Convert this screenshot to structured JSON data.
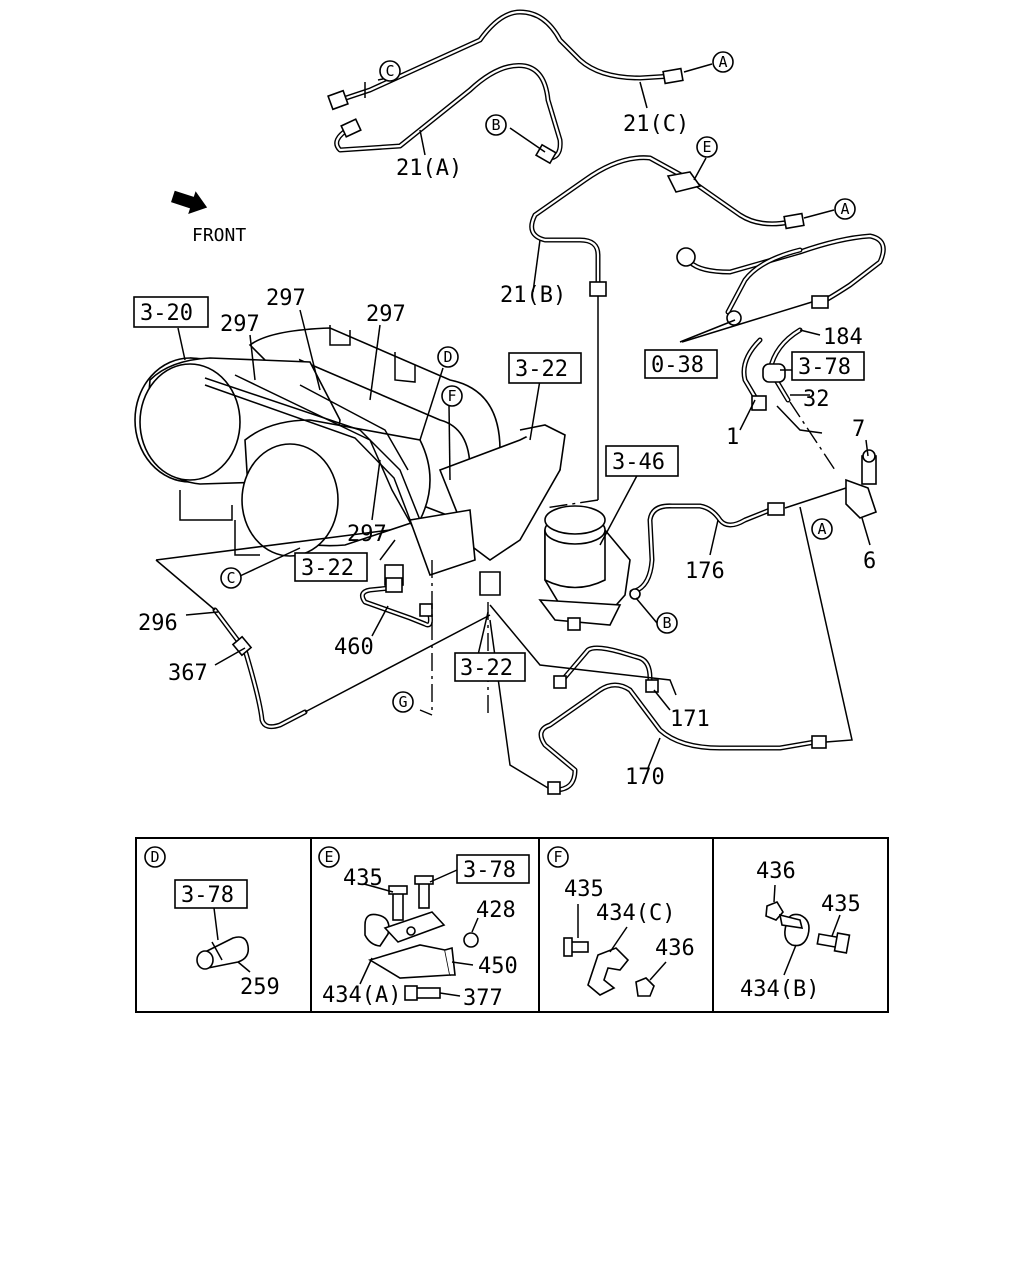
{
  "front_label": "FRONT",
  "letters": {
    "A": "A",
    "B": "B",
    "C": "C",
    "D": "D",
    "E": "E",
    "F": "F",
    "G": "G"
  },
  "refs": {
    "r3_20": "3-20",
    "r3_22": "3-22",
    "r3_46": "3-46",
    "r0_38": "0-38",
    "r3_78": "3-78"
  },
  "parts": {
    "p21A": "21(A)",
    "p21B": "21(B)",
    "p21C": "21(C)",
    "p297": "297",
    "p184": "184",
    "p32": "32",
    "p1": "1",
    "p7": "7",
    "p6": "6",
    "p176": "176",
    "p296": "296",
    "p367": "367",
    "p460": "460",
    "p171": "171",
    "p170": "170",
    "p259": "259",
    "p435": "435",
    "p428": "428",
    "p450": "450",
    "p434A": "434(A)",
    "p377": "377",
    "p434C": "434(C)",
    "p436": "436",
    "p434B": "434(B)"
  },
  "detail_panels": [
    "D",
    "E",
    "F",
    "unlabeled"
  ]
}
